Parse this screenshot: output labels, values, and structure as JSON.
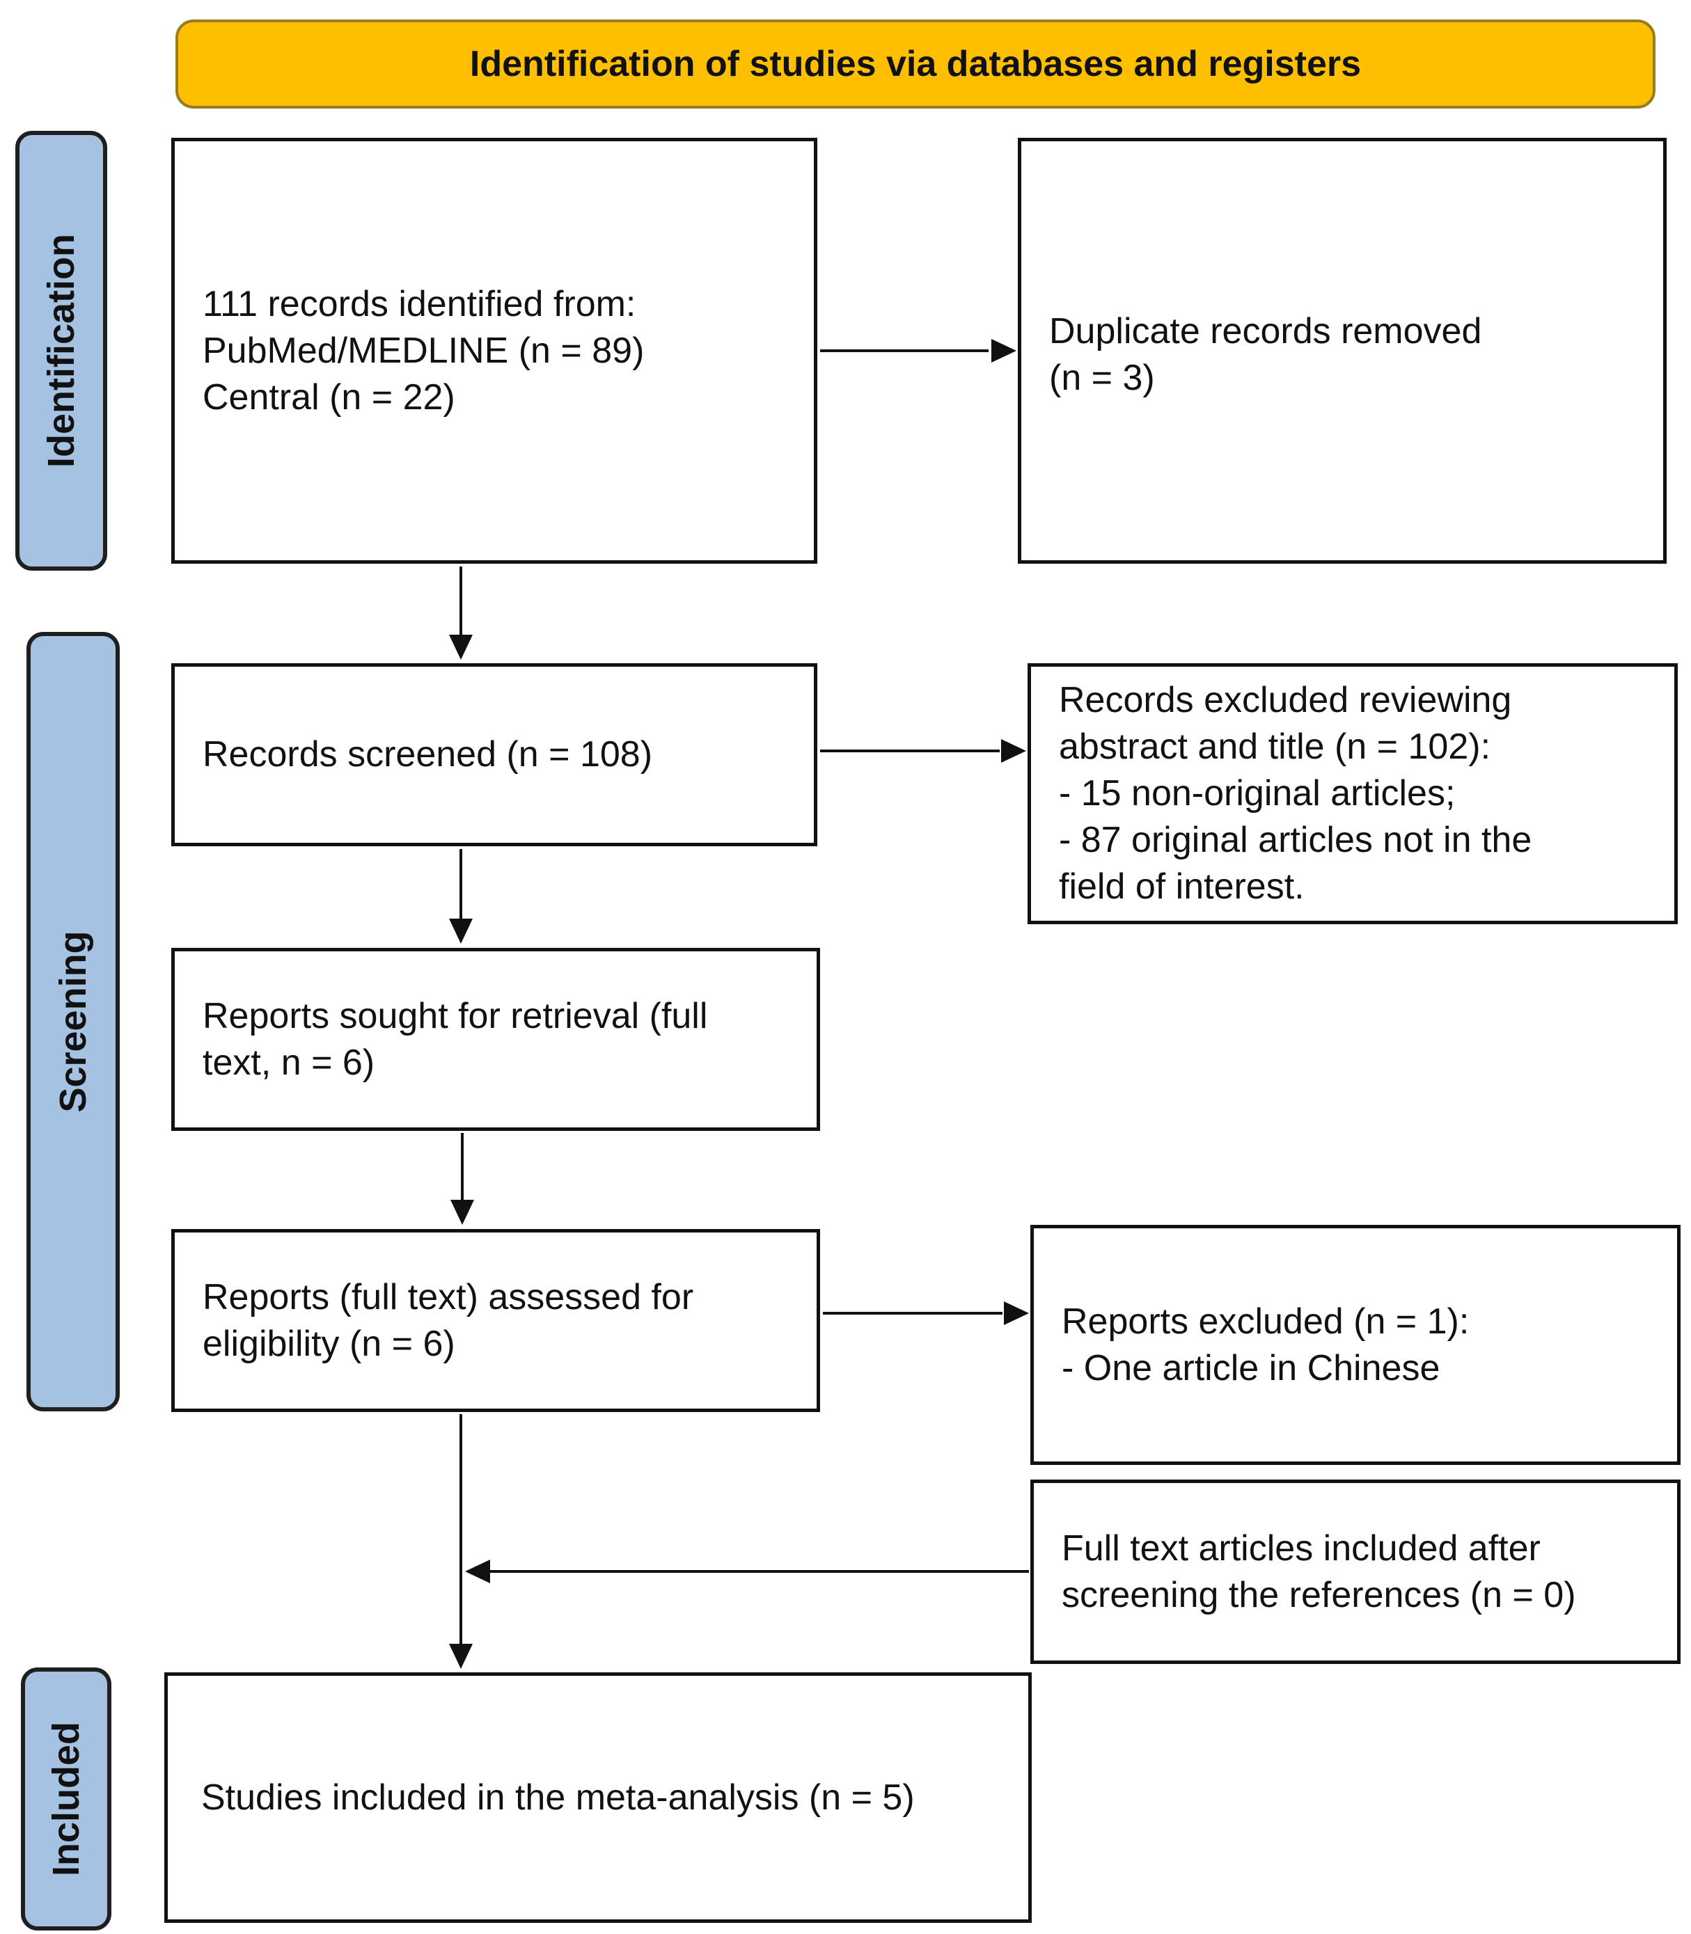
{
  "banner": {
    "title": "Identification of studies via databases and registers"
  },
  "stages": {
    "identification": "Identification",
    "screening": "Screening",
    "included": "Included"
  },
  "boxes": {
    "records_identified": {
      "lines": [
        "111 records identified from:",
        "PubMed/MEDLINE (n = 89)",
        "Central (n = 22)"
      ]
    },
    "duplicates_removed": {
      "lines": [
        "Duplicate records removed",
        "(n = 3)"
      ]
    },
    "records_screened": {
      "lines": [
        "Records screened (n = 108)"
      ]
    },
    "records_excluded": {
      "lines": [
        "Records excluded reviewing",
        "abstract and title (n = 102):",
        "- 15 non-original articles;",
        "- 87 original articles not in the",
        "field of interest."
      ]
    },
    "reports_sought": {
      "lines": [
        "Reports sought for retrieval (full",
        "text, n = 6)"
      ]
    },
    "reports_assessed": {
      "lines": [
        "Reports (full text) assessed for",
        "eligibility (n = 6)"
      ]
    },
    "reports_excluded": {
      "lines": [
        "Reports excluded (n = 1):",
        "- One  article in Chinese"
      ]
    },
    "references_included": {
      "lines": [
        "Full text articles included after",
        "screening the references (n = 0)"
      ]
    },
    "studies_included": {
      "lines": [
        "Studies included in the meta-analysis (n = 5)"
      ]
    }
  },
  "colors": {
    "banner_fill": "#fdbf00",
    "stage_fill": "#a6c2e2",
    "line": "#111111"
  }
}
